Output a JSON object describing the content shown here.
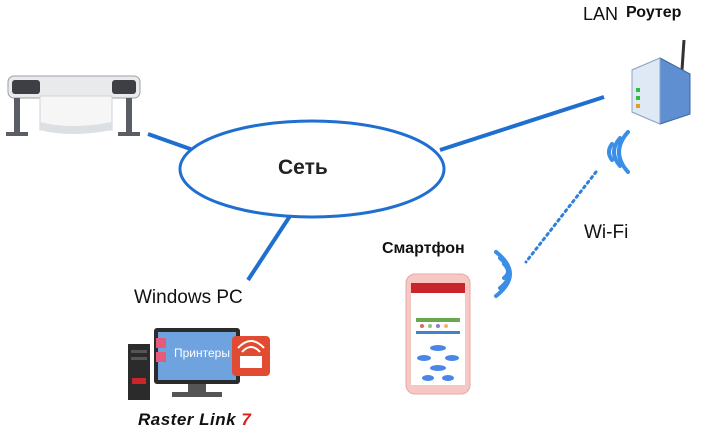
{
  "diagram": {
    "network_label": "Сеть",
    "lan_label": "LAN",
    "router_label": "Роутер",
    "wifi_label": "Wi-Fi",
    "smartphone_label": "Смартфон",
    "windows_pc_label": "Windows PC",
    "printer_app_label": "Принтеры",
    "rasterlink_logo": {
      "text": "Raster Link",
      "number": "7"
    }
  },
  "colors": {
    "line": "#1f6fd1",
    "wifi_waves": "#3a8ee6",
    "wifi_dots": "#2f7fdb",
    "ellipse_stroke": "#1f6fd1",
    "rasterlink_accent": "#d8201c"
  },
  "icons": [
    "wide-format-printer-icon",
    "router-icon",
    "smartphone-icon",
    "desktop-pc-icon",
    "wifi-signal-icon"
  ]
}
